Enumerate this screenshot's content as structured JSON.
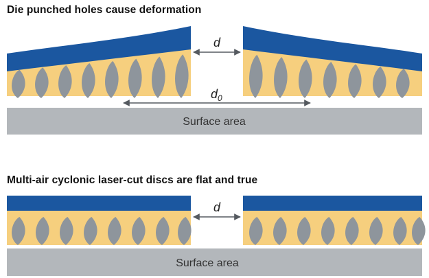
{
  "panels": [
    {
      "title": "Die punched holes cause deformation",
      "gap_label": "d",
      "span_label": "d0",
      "span_label_base": "d",
      "span_label_sub": "0",
      "surface_label": "Surface area"
    },
    {
      "title": "Multi-air cyclonic laser-cut discs are flat and true",
      "gap_label": "d",
      "surface_label": "Surface area"
    }
  ],
  "colors": {
    "disc": "#1b57a0",
    "backing": "#f6cf7e",
    "grain": "#8e959c",
    "surface": "#b3b7bb",
    "arrow": "#555a60"
  },
  "icons": {
    "grain": "abrasive-grain-icon"
  }
}
